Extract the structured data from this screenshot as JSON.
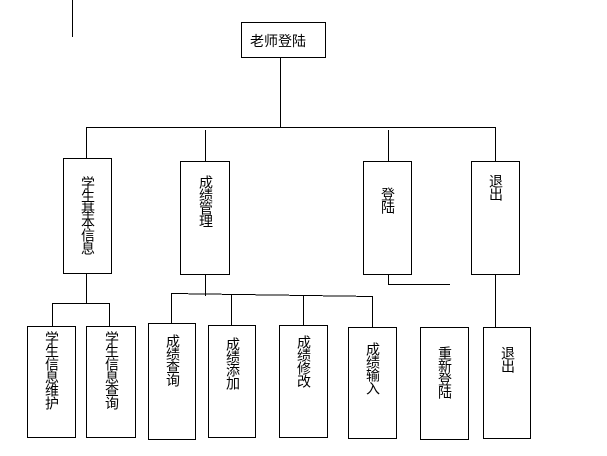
{
  "root": {
    "label": "老师登陆"
  },
  "level1": [
    {
      "key": "student_info",
      "label": "学生基本信息"
    },
    {
      "key": "grade_mgmt",
      "label": "成绩管理"
    },
    {
      "key": "login",
      "label": "登陆"
    },
    {
      "key": "exit",
      "label": "退出"
    }
  ],
  "level2": [
    {
      "key": "student_info_maintain",
      "label": "学生信息维护"
    },
    {
      "key": "student_info_query",
      "label": "学生信息查询"
    },
    {
      "key": "grade_query",
      "label": "成绩查询"
    },
    {
      "key": "grade_add",
      "label": "成绩添加"
    },
    {
      "key": "grade_modify",
      "label": "成绩修改"
    },
    {
      "key": "grade_input",
      "label": "成绩输入"
    },
    {
      "key": "relogin",
      "label": "重新登陆"
    },
    {
      "key": "exit_leaf",
      "label": "退出"
    }
  ]
}
